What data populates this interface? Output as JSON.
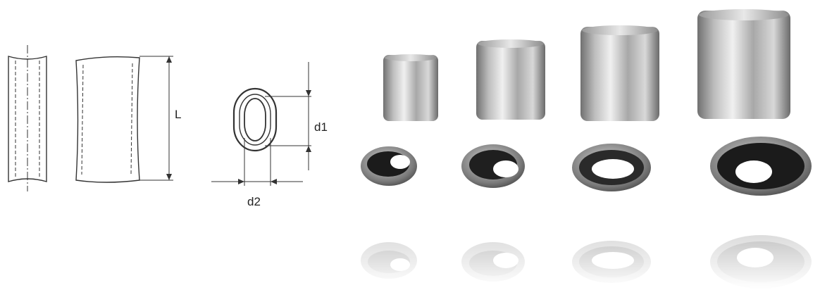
{
  "labels": {
    "length": "L",
    "d1": "d1",
    "d2": "d2"
  },
  "colors": {
    "line": "#333333",
    "metal_light": "#e6e6e6",
    "metal_dark": "#6f6f6f",
    "hole": "#1b1b1b"
  }
}
